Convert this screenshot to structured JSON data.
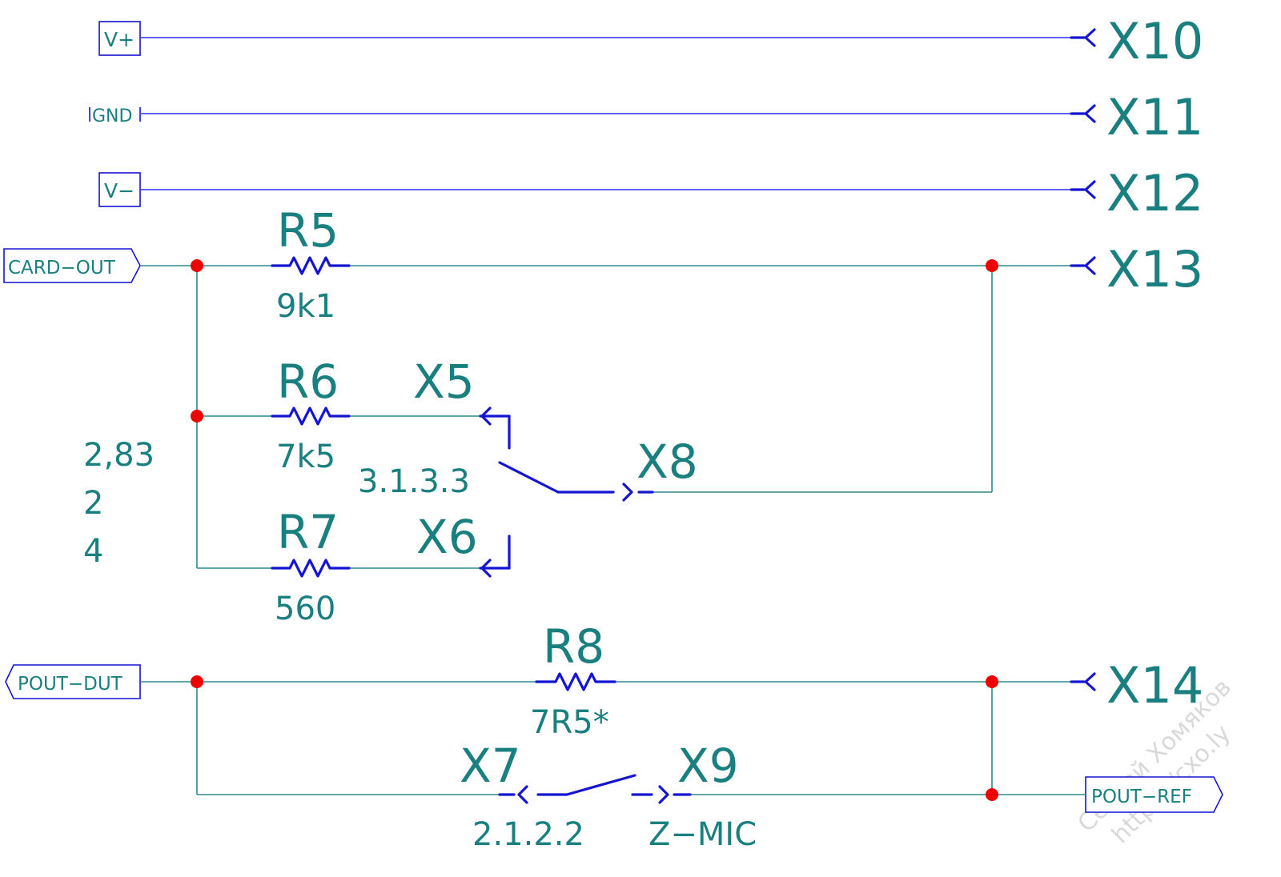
{
  "ports": {
    "v_plus": "V+",
    "gnd": "GND",
    "v_minus": "V−",
    "card_out": "CARD−OUT",
    "pout_dut": "POUT−DUT",
    "pout_ref": "POUT−REF"
  },
  "connectors": {
    "x10": "X10",
    "x11": "X11",
    "x12": "X12",
    "x13": "X13",
    "x14": "X14",
    "x5": "X5",
    "x6": "X6",
    "x7": "X7",
    "x8": "X8",
    "x9": "X9"
  },
  "resistors": {
    "r5": {
      "ref": "R5",
      "value": "9k1"
    },
    "r6": {
      "ref": "R6",
      "value": "7k5"
    },
    "r7": {
      "ref": "R7",
      "value": "560"
    },
    "r8": {
      "ref": "R8",
      "value": "7R5*"
    }
  },
  "switches": {
    "s1_label": "3.1.3.3",
    "s2_label": "2.1.2.2",
    "s2_name": "Z−MIC"
  },
  "notes": [
    "2,83",
    "2",
    "4"
  ],
  "watermark": {
    "line1": "Сергей Хомяков",
    "line2": "https://cxo.ly"
  },
  "colors": {
    "wire": "#2e8b8b",
    "component": "#1414d2",
    "text": "#1a7f7f",
    "junction": "#ee0000"
  }
}
